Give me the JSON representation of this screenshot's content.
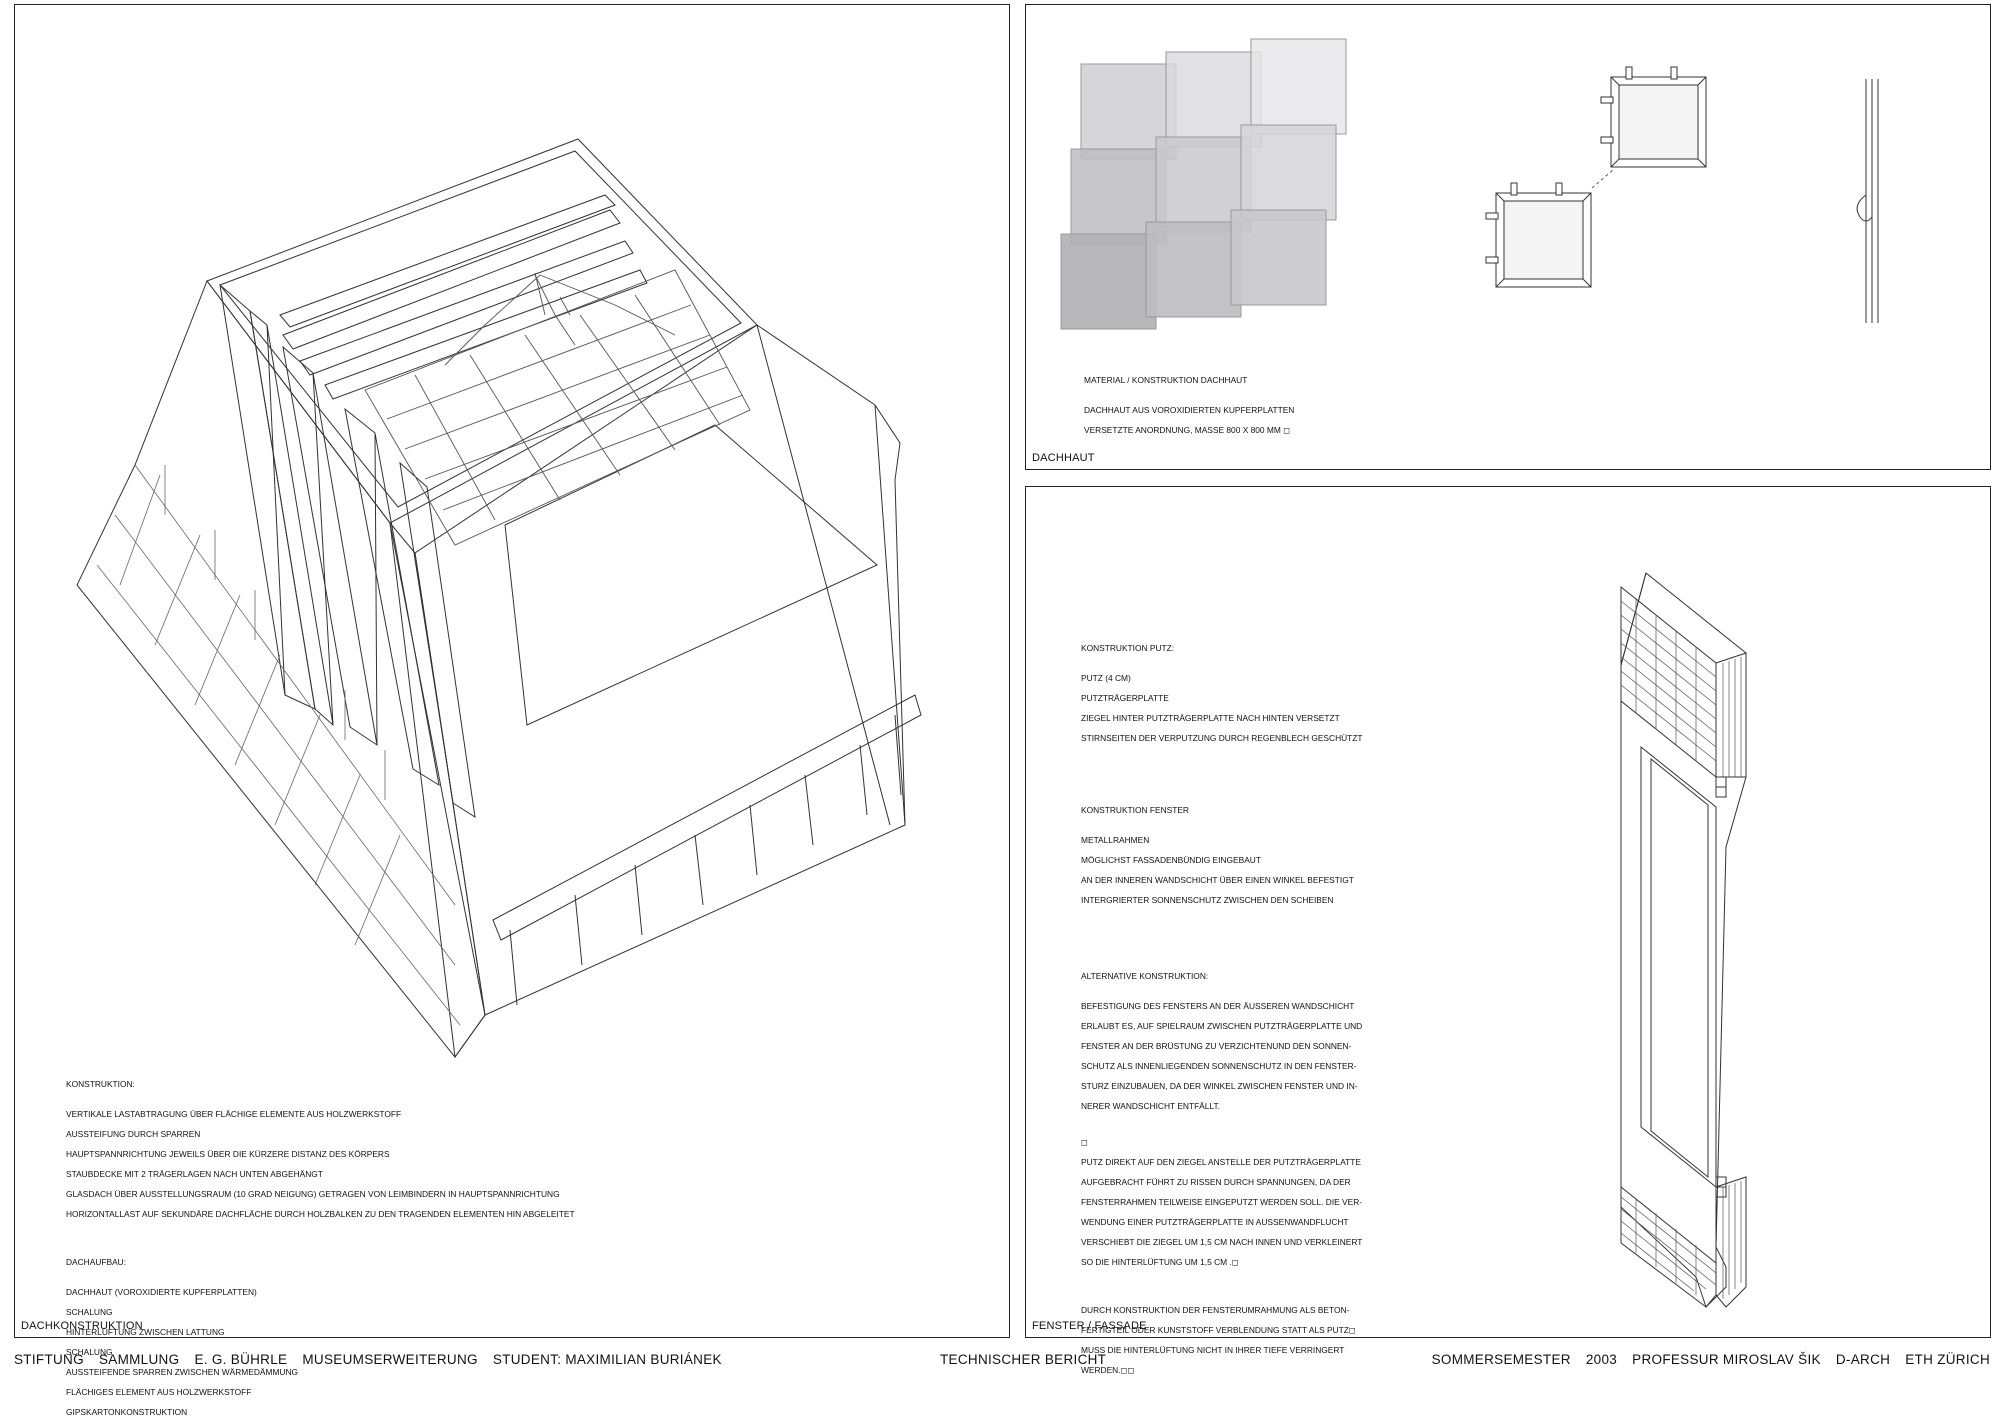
{
  "panels": {
    "roof": {
      "label": "DACHKONSTRUKTION",
      "notes": {
        "heading1": "KONSTRUKTION:",
        "lines1": [
          "VERTIKALE LASTABTRAGUNG ÜBER FLÄCHIGE ELEMENTE AUS HOLZWERKSTOFF",
          "AUSSTEIFUNG DURCH SPARREN",
          "HAUPTSPANNRICHTUNG JEWEILS ÜBER DIE KÜRZERE DISTANZ DES KÖRPERS",
          "STAUBDECKE MIT 2 TRÄGERLAGEN NACH UNTEN ABGEHÄNGT",
          "GLASDACH ÜBER AUSSTELLUNGSRAUM (10 GRAD NEIGUNG) GETRAGEN VON LEIMBINDERN IN HAUPTSPANNRICHTUNG",
          "HORIZONTALLAST AUF SEKUNDÄRE DACHFLÄCHE DURCH HOLZBALKEN ZU DEN TRAGENDEN ELEMENTEN HIN ABGELEITET"
        ],
        "heading2": "DACHAUFBAU:",
        "lines2": [
          "DACHHAUT (VOROXIDIERTE KUPFERPLATTEN)",
          "SCHALUNG",
          "HINTERLÜFTUNG ZWISCHEN LATTUNG",
          "SCHALUNG",
          "AUSSTEIFENDE SPARREN ZWISCHEN WÄRMEDÄMMUNG",
          "FLÄCHIGES ELEMENT AUS HOLZWERKSTOFF",
          "GIPSKARTONKONSTRUKTION"
        ]
      }
    },
    "skin": {
      "label": "DACHHAUT",
      "notes": {
        "heading": "MATERIAL / KONSTRUKTION DACHHAUT",
        "lines": [
          "DACHHAUT AUS VOROXIDIERTEN KUPFERPLATTEN",
          "VERSETZTE ANORDNUNG, MASSE 800 x 800 MM ◻"
        ]
      }
    },
    "facade": {
      "label": "FENSTER / FASSADE",
      "notes": {
        "heading1": "KONSTRUKTION PUTZ:",
        "lines1": [
          "PUTZ (4 CM)",
          " PUTZTRÄGERPLATTE",
          "ZIEGEL HINTER PUTZTRÄGERPLATTE NACH HINTEN VERSETZT",
          "STIRNSEITEN DER VERPUTZUNG DURCH REGENBLECH GESCHÜTZT"
        ],
        "heading2": "KONSTRUKTION FENSTER",
        "lines2": [
          "METALLRAHMEN",
          "MÖGLICHST FASSADENBÜNDIG EINGEBAUT",
          "AN DER INNEREN WANDSCHICHT ÜBER EINEN WINKEL BEFESTIGT",
          "INTERGRIERTER SONNENSCHUTZ ZWISCHEN DEN SCHEIBEN"
        ],
        "heading3": "ALTERNATIVE KONSTRUKTION:",
        "para1": [
          "BEFESTIGUNG DES FENSTERS AN DER ÄUSSEREN WANDSCHICHT",
          "ERLAUBT ES, AUF SPIELRAUM ZWISCHEN PUTZTRÄGERPLATTE UND",
          "FENSTER AN DER BRÜSTUNG ZU VERZICHTENUND DEN SONNEN-",
          "SCHUTZ ALS INNENLIEGENDEN SONNENSCHUTZ IN DEN FENSTER-",
          "STURZ EINZUBAUEN, DA DER WINKEL ZWISCHEN FENSTER UND IN-",
          "NERER WANDSCHICHT ENTFÄLLT."
        ],
        "mark": "◻",
        "para2": [
          "PUTZ DIREKT AUF DEN ZIEGEL ANSTELLE DER PUTZTRÄGERPLATTE",
          "AUFGEBRACHT FÜHRT ZU RISSEN DURCH SPANNUNGEN, DA DER",
          "FENSTERRAHMEN TEILWEISE EINGEPUTZT WERDEN SOLL. DIE VER-",
          "WENDUNG EINER PUTZTRÄGERPLATTE IN AUSSENWANDFLUCHT",
          "VERSCHIEBT DIE ZIEGEL UM 1,5 CM NACH INNEN UND VERKLEINERT",
          "SO DIE HINTERLÜFTUNG UM 1,5 CM .◻"
        ],
        "para3": [
          "DURCH KONSTRUKTION DER FENSTERUMRAHMUNG ALS BETON-",
          "FERTIGTEIL ODER KUNSTSTOFF VERBLENDUNG STATT ALS PUTZ◻",
          "MUSS DIE HINTERLÜFTUNG NICHT IN IHRER TIEFE VERRINGERT",
          "WERDEN.◻◻"
        ]
      }
    }
  },
  "footer": {
    "left": [
      "STIFTUNG",
      "SAMMLUNG",
      "E. G. BÜHRLE",
      "MUSEUMSERWEITERUNG",
      "STUDENT: MAXIMILIAN BURIÁNEK"
    ],
    "center": "TECHNISCHER BERICHT",
    "right": [
      "SOMMERSEMESTER",
      "2003",
      "PROFESSUR MIROSLAV ŠIK",
      "D-ARCH",
      "ETH ZÜRICH"
    ]
  },
  "colors": {
    "line": "#333333",
    "copper_tile_light": "#d9d9dc",
    "copper_tile_mid": "#c4c4c8",
    "copper_tile_dark": "#b3b3b7"
  }
}
